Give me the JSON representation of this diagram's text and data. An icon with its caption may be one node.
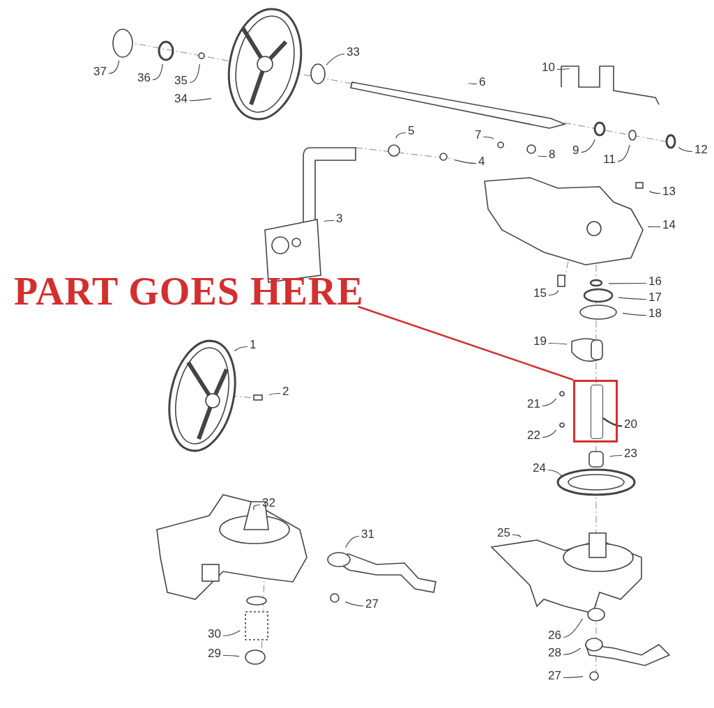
{
  "diagram": {
    "nodes": [
      {
        "text": [
          "PART GOES HERE"
        ]
      },
      {
        "text": [],
        "shape": "box"
      },
      {
        "text": [
          "33"
        ]
      },
      {
        "text": [
          "10"
        ]
      },
      {
        "text": [
          "37"
        ]
      },
      {
        "text": [
          "36"
        ]
      },
      {
        "text": [
          "35"
        ]
      },
      {
        "text": [
          "6"
        ]
      },
      {
        "text": [
          "34"
        ]
      },
      {
        "text": [
          "5"
        ]
      },
      {
        "text": [
          "7"
        ]
      },
      {
        "text": [
          "9"
        ]
      },
      {
        "text": [
          "12"
        ]
      },
      {
        "text": [
          "8"
        ]
      },
      {
        "text": [
          "11"
        ]
      },
      {
        "text": [
          "4"
        ]
      },
      {
        "text": [
          "13"
        ]
      },
      {
        "text": [
          "3"
        ]
      },
      {
        "text": [
          "14"
        ]
      },
      {
        "text": [
          "16"
        ]
      },
      {
        "text": [
          "15"
        ]
      },
      {
        "text": [
          "17"
        ]
      },
      {
        "text": [
          "18"
        ]
      },
      {
        "text": [
          "19"
        ]
      },
      {
        "text": [
          "1"
        ]
      },
      {
        "text": [
          "2"
        ]
      },
      {
        "text": [
          "21"
        ]
      },
      {
        "text": [
          "20"
        ]
      },
      {
        "text": [
          "22"
        ]
      },
      {
        "text": [
          "23"
        ]
      },
      {
        "text": [
          "24"
        ]
      },
      {
        "text": [
          "32"
        ]
      },
      {
        "text": [
          "25"
        ]
      },
      {
        "text": [
          "31"
        ]
      },
      {
        "text": [
          "27"
        ]
      },
      {
        "text": [
          "30"
        ]
      },
      {
        "text": [
          "26"
        ]
      },
      {
        "text": [
          "28"
        ]
      },
      {
        "text": [
          "29"
        ]
      },
      {
        "text": [
          "27"
        ]
      },
      {
        "text": [],
        "shape": "bar",
        "in": 1
      }
    ],
    "edges": [
      {
        "from": 0,
        "to": 1,
        "arrow": "none",
        "color": "#d32f2f"
      },
      {
        "from": 2,
        "to": null,
        "arrow": "none"
      },
      {
        "from": 3,
        "to": null,
        "arrow": "none"
      },
      {
        "from": 4,
        "to": null,
        "arrow": "none"
      },
      {
        "from": 5,
        "to": null,
        "arrow": "none"
      },
      {
        "from": 6,
        "to": null,
        "arrow": "none"
      },
      {
        "from": 7,
        "to": null,
        "arrow": "none"
      },
      {
        "from": 8,
        "to": null,
        "arrow": "none"
      },
      {
        "from": 9,
        "to": null,
        "arrow": "none"
      },
      {
        "from": 10,
        "to": null,
        "arrow": "none"
      },
      {
        "from": 11,
        "to": null,
        "arrow": "none"
      },
      {
        "from": 12,
        "to": null,
        "arrow": "none"
      },
      {
        "from": 13,
        "to": null,
        "arrow": "none"
      },
      {
        "from": 14,
        "to": null,
        "arrow": "none"
      },
      {
        "from": 15,
        "to": null,
        "arrow": "none"
      },
      {
        "from": 16,
        "to": null,
        "arrow": "none"
      },
      {
        "from": 17,
        "to": null,
        "arrow": "none"
      },
      {
        "from": 18,
        "to": null,
        "arrow": "none"
      },
      {
        "from": 19,
        "to": null,
        "arrow": "none"
      },
      {
        "from": 20,
        "to": null,
        "arrow": "none"
      },
      {
        "from": 21,
        "to": null,
        "arrow": "none"
      },
      {
        "from": 22,
        "to": null,
        "arrow": "none"
      },
      {
        "from": 23,
        "to": null,
        "arrow": "none"
      },
      {
        "from": 24,
        "to": null,
        "arrow": "none"
      },
      {
        "from": 25,
        "to": null,
        "arrow": "none"
      },
      {
        "from": 26,
        "to": null,
        "arrow": "none"
      },
      {
        "from": 27,
        "to": 40,
        "arrow": "none"
      },
      {
        "from": 28,
        "to": null,
        "arrow": "none"
      },
      {
        "from": 29,
        "to": null,
        "arrow": "none"
      },
      {
        "from": 30,
        "to": null,
        "arrow": "none"
      },
      {
        "from": 31,
        "to": null,
        "arrow": "none"
      },
      {
        "from": 32,
        "to": null,
        "arrow": "none"
      },
      {
        "from": 33,
        "to": null,
        "arrow": "none"
      },
      {
        "from": 34,
        "to": null,
        "arrow": "none"
      },
      {
        "from": 35,
        "to": null,
        "arrow": "none"
      },
      {
        "from": 36,
        "to": null,
        "arrow": "none"
      },
      {
        "from": 37,
        "to": null,
        "arrow": "none"
      },
      {
        "from": 38,
        "to": null,
        "arrow": "none"
      },
      {
        "from": 39,
        "to": null,
        "arrow": "none"
      }
    ]
  }
}
